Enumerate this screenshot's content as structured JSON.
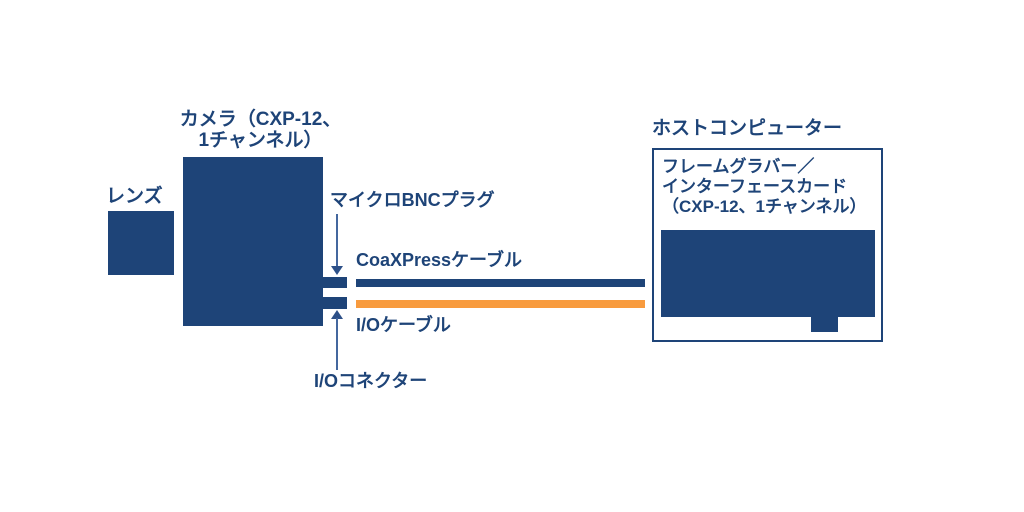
{
  "diagram": {
    "lens": {
      "label": "レンズ"
    },
    "camera": {
      "label_line1": "カメラ（CXP-12、",
      "label_line2": "1チャンネル）"
    },
    "annotations": {
      "bnc_plug": "マイクロBNCプラグ",
      "coax_cable": "CoaXPressケーブル",
      "io_cable": "I/Oケーブル",
      "io_connector": "I/Oコネクター"
    },
    "host": {
      "label": "ホストコンピューター",
      "card_line1": "フレームグラバー／",
      "card_line2": "インターフェースカード",
      "card_line3": "（CXP-12、1チャンネル）"
    },
    "colors": {
      "navy": "#1e4478",
      "orange": "#f89b3e",
      "arrow_blue": "#44679e",
      "text": "#1e4478",
      "background": "#ffffff"
    }
  }
}
